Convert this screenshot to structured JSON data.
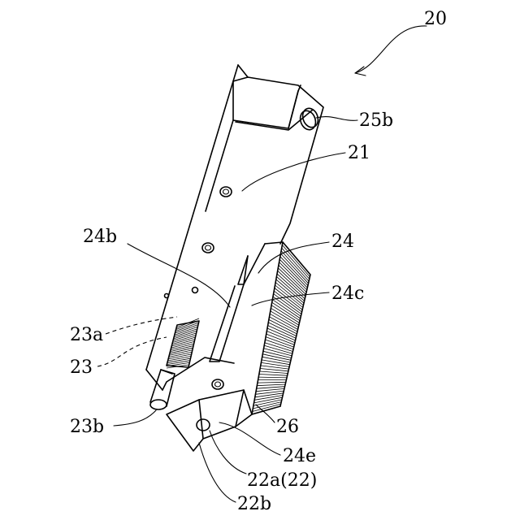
{
  "figure": {
    "labels": {
      "assembly": "20",
      "body": "21",
      "hole": "25b",
      "slot": "24b",
      "plate": "24",
      "serrations": "24c",
      "spring": "23a",
      "pin": "23",
      "pin_tip": "23b",
      "bore": "26",
      "edge": "24e",
      "cap": "22a(22)",
      "base": "22b"
    }
  }
}
